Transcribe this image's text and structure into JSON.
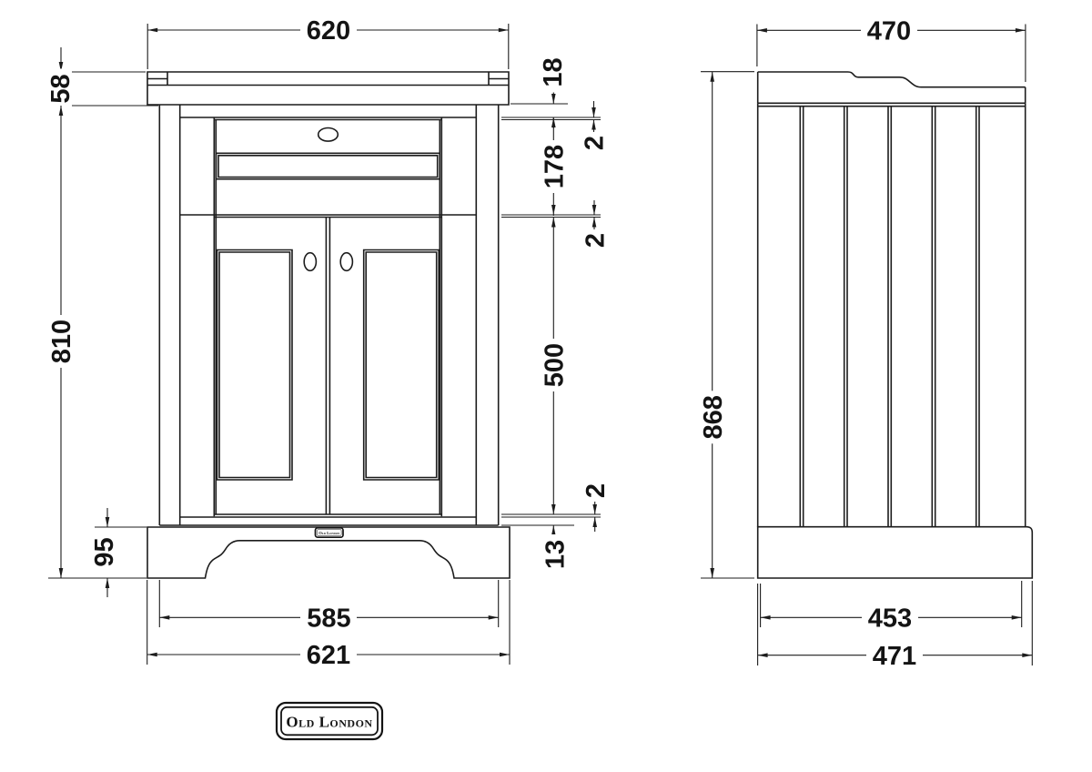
{
  "colors": {
    "line": "#1c1c1c",
    "background": "#ffffff"
  },
  "brand": {
    "logo_text": "Old London",
    "plinth_badge_text": "Old London"
  },
  "front": {
    "worktop_width": "620",
    "worktop_height": "58",
    "worktop_thickness": "18",
    "gap_worktop_drawer": "2",
    "drawer_front_height": "178",
    "gap_drawer_door": "2",
    "door_height": "500",
    "gap_door_rail": "2",
    "bottom_rail_height": "13",
    "cabinet_height": "810",
    "plinth_height": "95",
    "carcass_width": "585",
    "overall_width": "621"
  },
  "side": {
    "worktop_depth": "470",
    "overall_height": "868",
    "panel_depth": "453",
    "overall_depth": "471"
  }
}
